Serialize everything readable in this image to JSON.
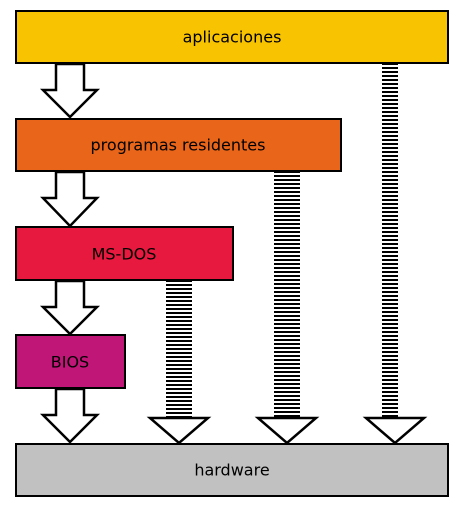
{
  "diagram": {
    "layers": {
      "aplicaciones": {
        "label": "aplicaciones",
        "color": "#f8c300"
      },
      "programas_residentes": {
        "label": "programas residentes",
        "color": "#e8651a"
      },
      "ms_dos": {
        "label": "MS-DOS",
        "color": "#e8193e"
      },
      "bios": {
        "label": "BIOS",
        "color": "#bf1677"
      },
      "hardware": {
        "label": "hardware",
        "color": "#c1c1c1"
      }
    }
  }
}
